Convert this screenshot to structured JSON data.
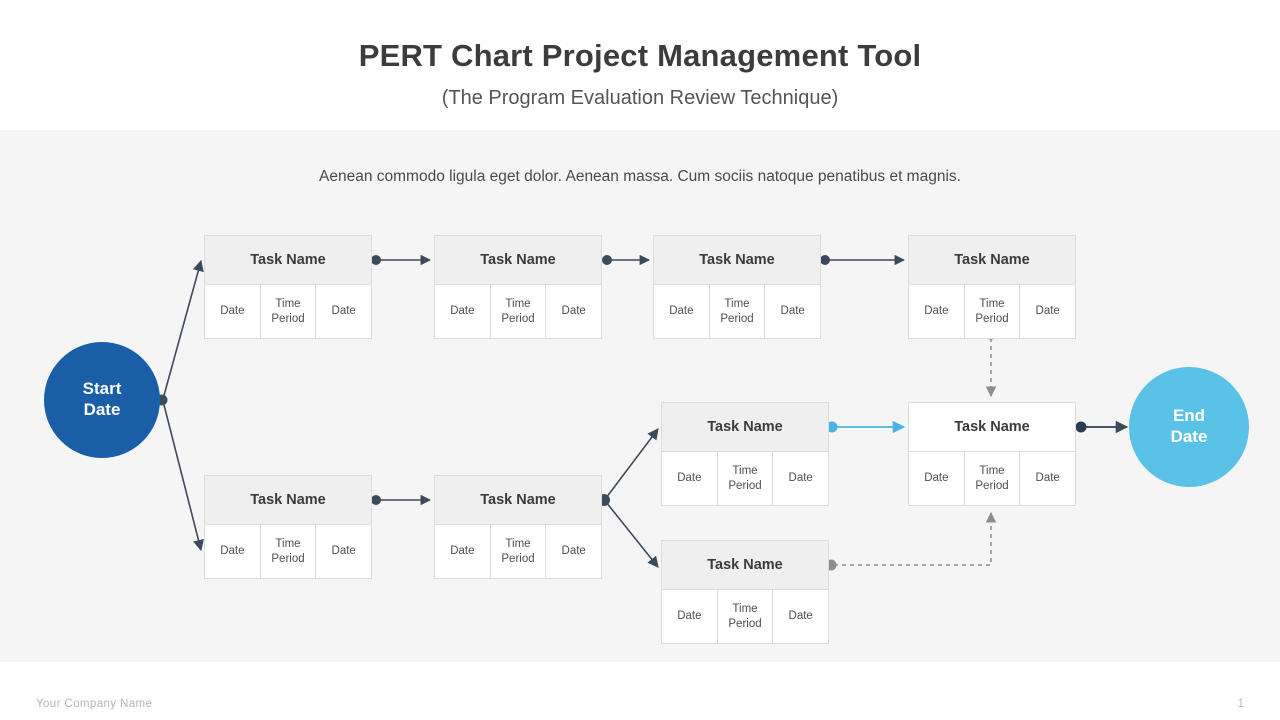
{
  "header": {
    "title": "PERT Chart Project Management Tool",
    "subtitle": "(The Program Evaluation Review Technique)"
  },
  "body": {
    "lede": "Aenean commodo ligula eget dolor. Aenean massa. Cum sociis natoque penatibus et magnis."
  },
  "milestones": {
    "start": {
      "line1": "Start",
      "line2": "Date",
      "color": "#1b5ea8"
    },
    "end": {
      "line1": "End",
      "line2": "Date",
      "color": "#5bc2e7"
    }
  },
  "card_labels": {
    "title": "Task Name",
    "start_date": "Date",
    "duration_line1": "Time",
    "duration_line2": "Period",
    "end_date": "Date"
  },
  "tasks": [
    {
      "id": "t1",
      "title": "Task Name",
      "start_date": "Date",
      "duration": "Time Period",
      "end_date": "Date",
      "head_style": "gray"
    },
    {
      "id": "t2",
      "title": "Task Name",
      "start_date": "Date",
      "duration": "Time Period",
      "end_date": "Date",
      "head_style": "gray"
    },
    {
      "id": "t3",
      "title": "Task Name",
      "start_date": "Date",
      "duration": "Time Period",
      "end_date": "Date",
      "head_style": "gray"
    },
    {
      "id": "t4",
      "title": "Task Name",
      "start_date": "Date",
      "duration": "Time Period",
      "end_date": "Date",
      "head_style": "gray"
    },
    {
      "id": "t5",
      "title": "Task Name",
      "start_date": "Date",
      "duration": "Time Period",
      "end_date": "Date",
      "head_style": "gray"
    },
    {
      "id": "t6",
      "title": "Task Name",
      "start_date": "Date",
      "duration": "Time Period",
      "end_date": "Date",
      "head_style": "gray"
    },
    {
      "id": "t7",
      "title": "Task Name",
      "start_date": "Date",
      "duration": "Time Period",
      "end_date": "Date",
      "head_style": "gray"
    },
    {
      "id": "t8",
      "title": "Task Name",
      "start_date": "Date",
      "duration": "Time Period",
      "end_date": "Date",
      "head_style": "white"
    },
    {
      "id": "t9",
      "title": "Task Name",
      "start_date": "Date",
      "duration": "Time Period",
      "end_date": "Date",
      "head_style": "gray"
    }
  ],
  "connector_colors": {
    "solid_navy": "#3d4a5c",
    "solid_blue": "#4ab3e0",
    "dashed_gray": "#8d8d8d"
  },
  "footer": {
    "company": "Your Company Name",
    "page": "1"
  }
}
